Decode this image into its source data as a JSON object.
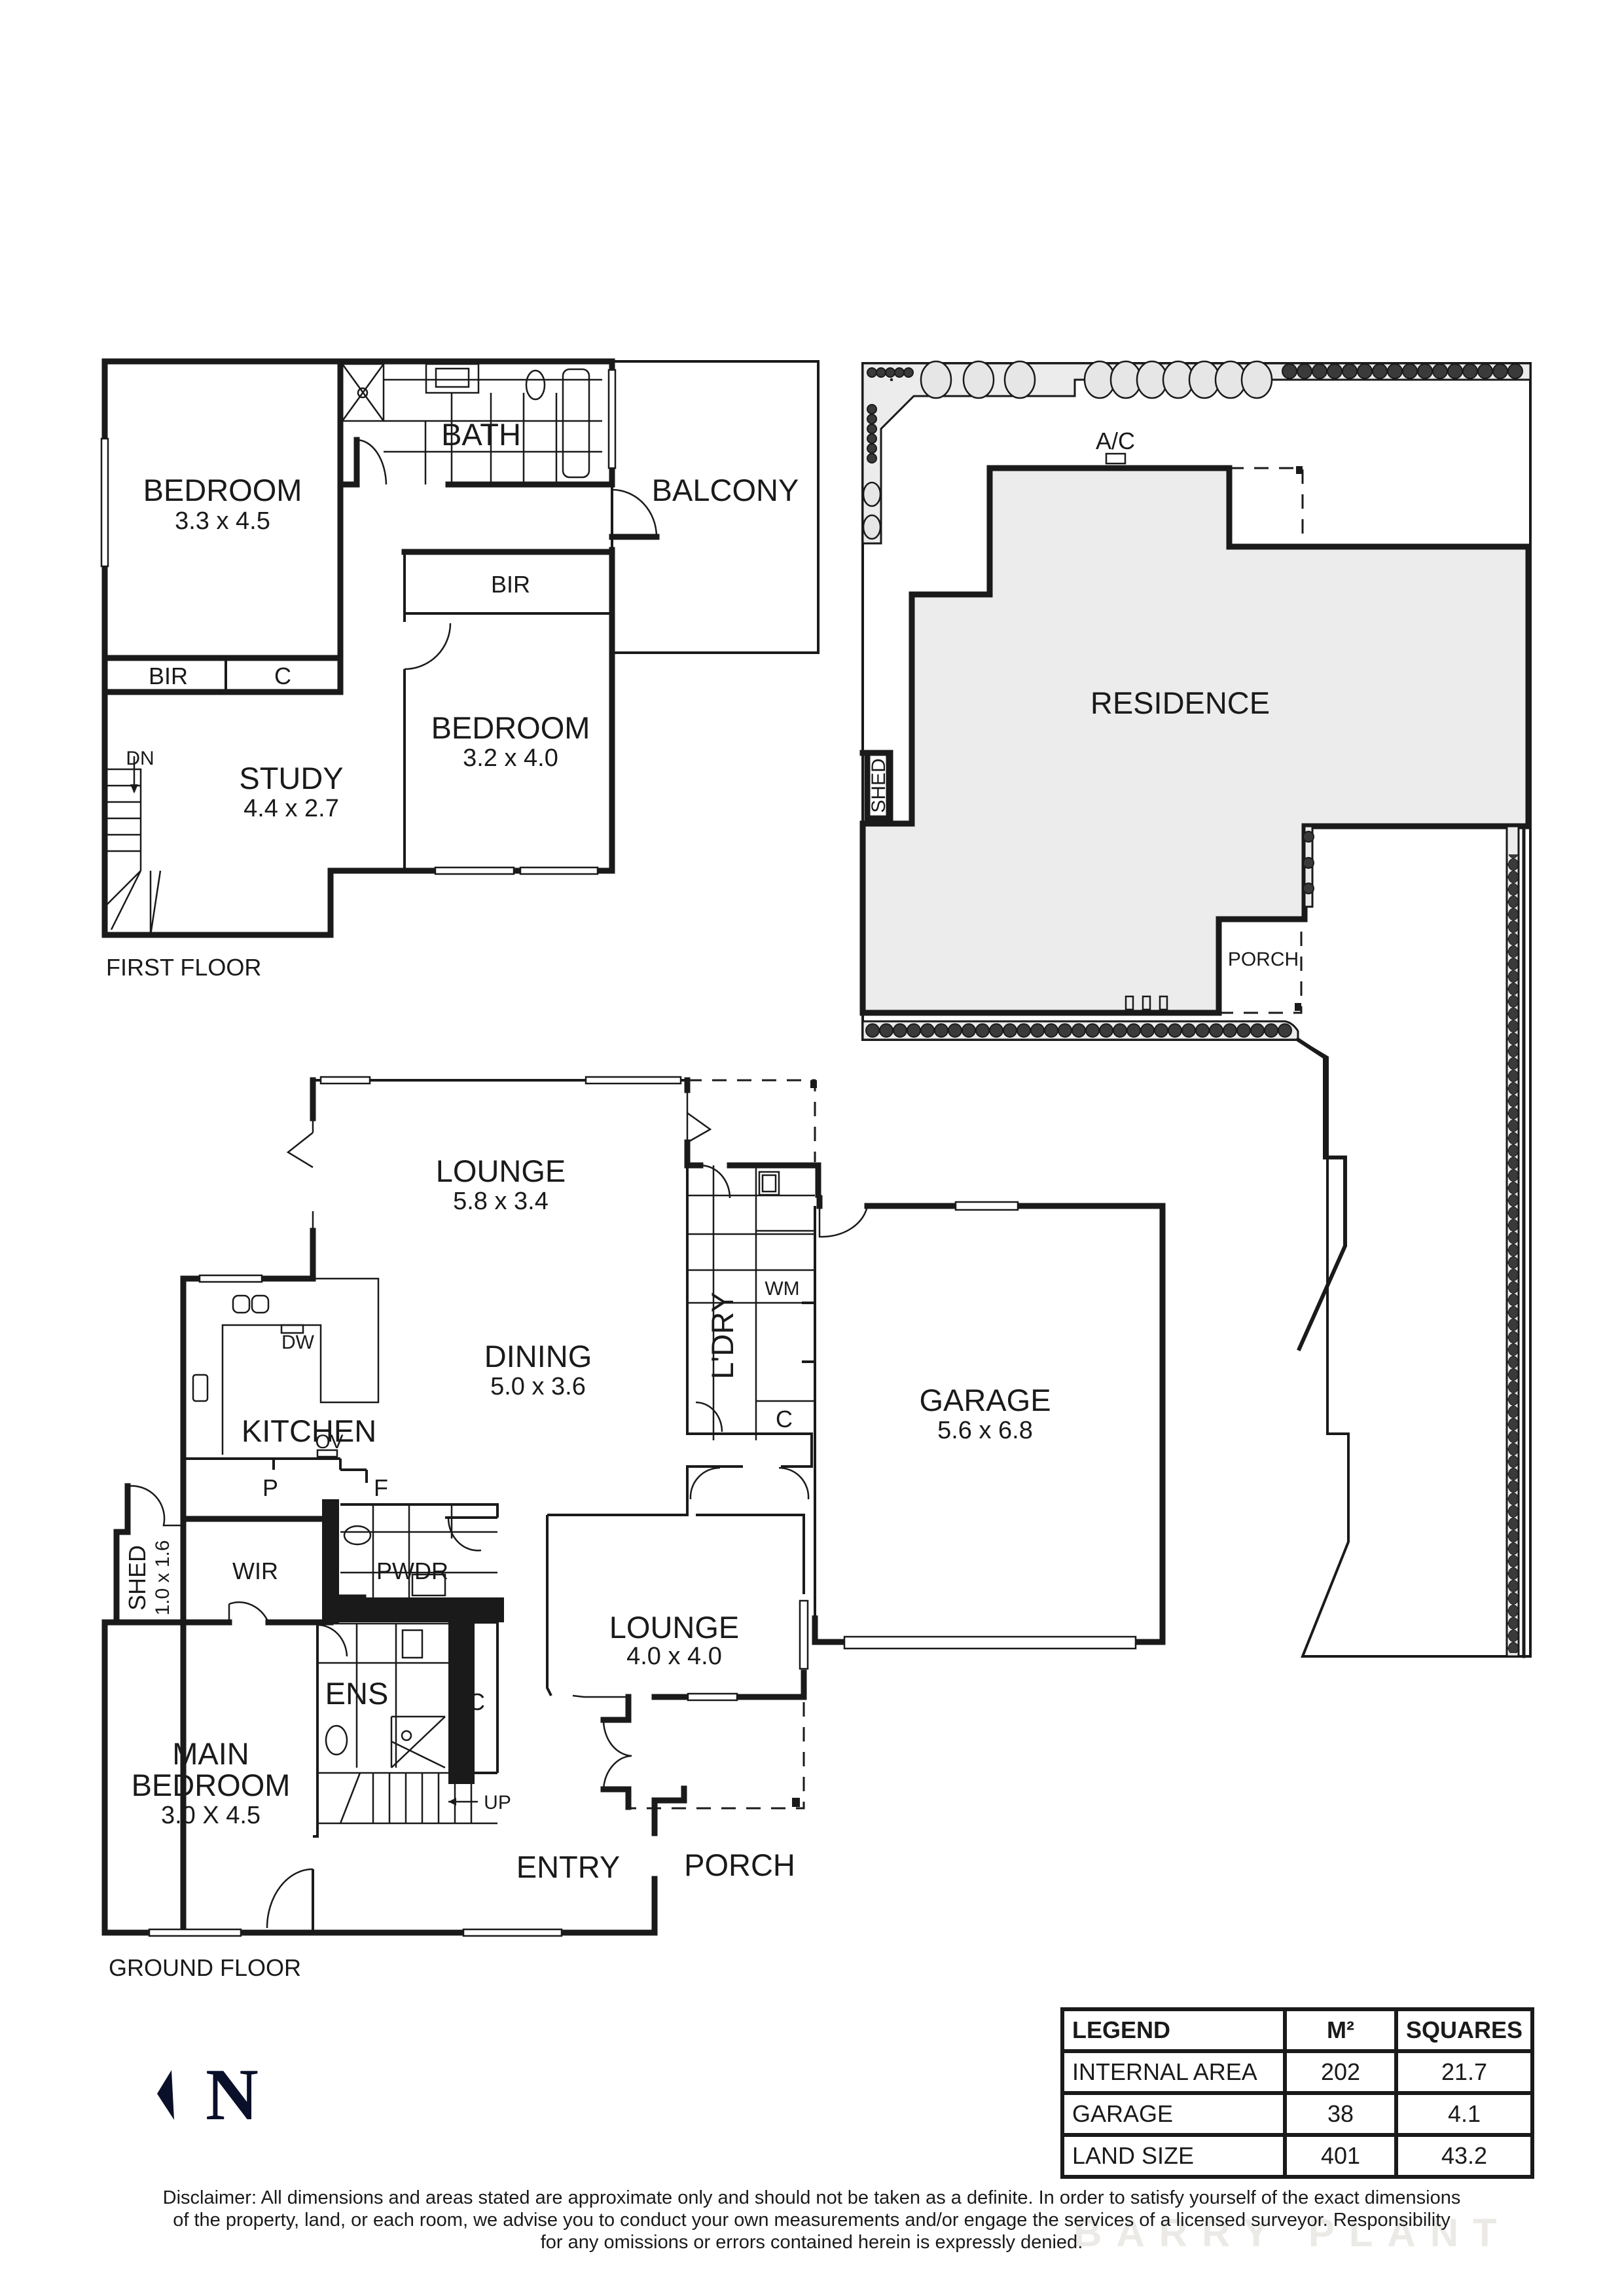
{
  "first_floor": {
    "title": "FIRST FLOOR",
    "rooms": [
      {
        "name": "BEDROOM",
        "dims": "3.3 x 4.5"
      },
      {
        "name": "BATH"
      },
      {
        "name": "BALCONY"
      },
      {
        "name": "BIR"
      },
      {
        "name": "BIR"
      },
      {
        "name": "C"
      },
      {
        "name": "BEDROOM",
        "dims": "3.2 x 4.0"
      },
      {
        "name": "STUDY",
        "dims": "4.4 x 2.7"
      }
    ],
    "stair_label": "DN"
  },
  "site_plan": {
    "residence_label": "RESIDENCE",
    "ac_label": "A/C",
    "shed_label": "SHED",
    "porch_label": "PORCH"
  },
  "ground_floor": {
    "title": "GROUND FLOOR",
    "rooms": [
      {
        "name": "LOUNGE",
        "dims": "5.8 x 3.4"
      },
      {
        "name": "DINING",
        "dims": "5.0 x 3.6"
      },
      {
        "name": "KITCHEN"
      },
      {
        "name": "L'DRY"
      },
      {
        "name": "GARAGE",
        "dims": "5.6 x 6.8"
      },
      {
        "name": "LOUNGE",
        "dims": "4.0 x 4.0"
      },
      {
        "name": "WIR"
      },
      {
        "name": "PWDR"
      },
      {
        "name": "ENS"
      },
      {
        "name": "MAIN BEDROOM",
        "line1": "MAIN",
        "line2": "BEDROOM",
        "dims": "3.0 X 4.5"
      },
      {
        "name": "SHED",
        "dims": "1.0 x 1.6"
      },
      {
        "name": "ENTRY"
      },
      {
        "name": "PORCH"
      }
    ],
    "fixtures": {
      "dw": "DW",
      "ov": "OV",
      "p": "P",
      "f": "F",
      "wm": "WM",
      "c1": "C",
      "c2": "C"
    },
    "stair_label": "UP"
  },
  "legend": {
    "headers": [
      "LEGEND",
      "M²",
      "SQUARES"
    ],
    "rows": [
      {
        "label": "INTERNAL AREA",
        "m2": "202",
        "squares": "21.7"
      },
      {
        "label": "GARAGE",
        "m2": "38",
        "squares": "4.1"
      },
      {
        "label": "LAND SIZE",
        "m2": "401",
        "squares": "43.2"
      }
    ]
  },
  "compass": {
    "letter": "N",
    "icon": "north-arrow-icon"
  },
  "disclaimer": {
    "line1": "Disclaimer: All dimensions and areas stated are approximate only and should not be taken as a definite. In order to satisfy yourself of the exact dimensions",
    "line2": "of the property, land, or each room, we advise you to conduct your own measurements and/or engage the services of a licensed surveyor. Responsibility",
    "line3": "for any omissions or errors contained herein is expressly denied."
  },
  "watermark": "BARRY PLANT",
  "colors": {
    "ink": "#1a1a1a",
    "site_fill": "#ececec",
    "compass": "#0a0f2a"
  }
}
